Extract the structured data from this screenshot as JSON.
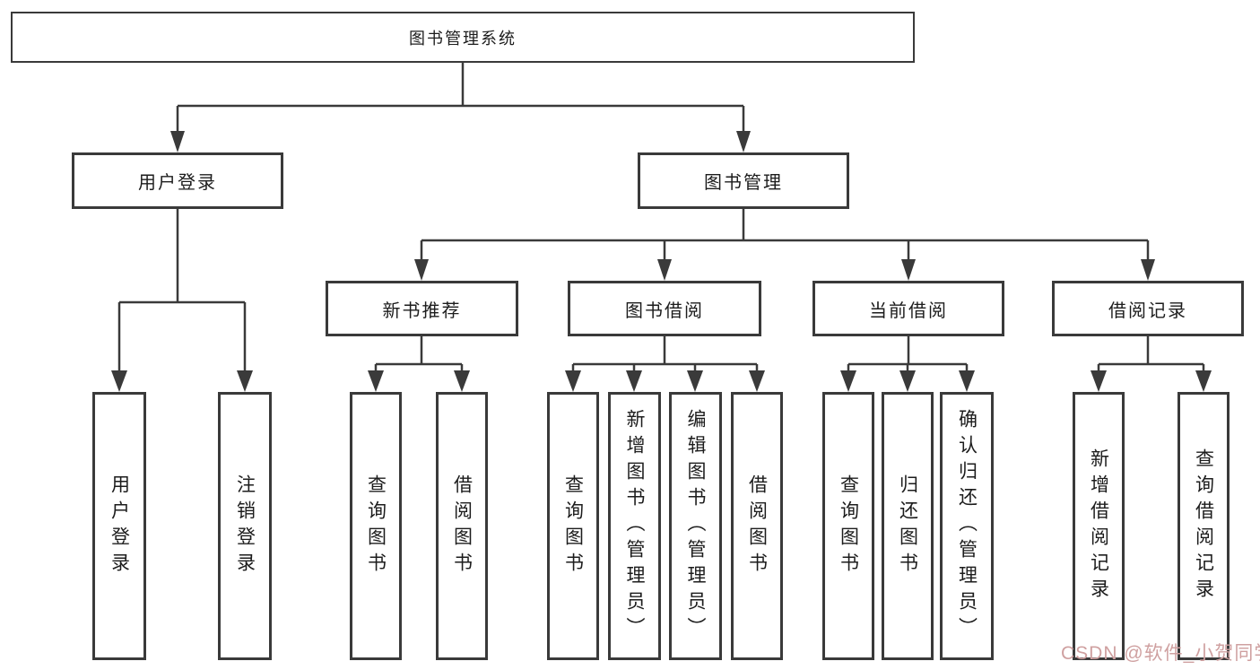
{
  "tree": {
    "root": {
      "label": "图书管理系统"
    },
    "branches": [
      {
        "label": "用户登录",
        "children": [
          {
            "label": "用户登录"
          },
          {
            "label": "注销登录"
          }
        ]
      },
      {
        "label": "图书管理",
        "children": [
          {
            "label": "新书推荐",
            "children": [
              {
                "label": "查询图书"
              },
              {
                "label": "借阅图书"
              }
            ]
          },
          {
            "label": "图书借阅",
            "children": [
              {
                "label": "查询图书"
              },
              {
                "label": "新增图书（管理员）"
              },
              {
                "label": "编辑图书（管理员）"
              },
              {
                "label": "借阅图书"
              }
            ]
          },
          {
            "label": "当前借阅",
            "children": [
              {
                "label": "查询图书"
              },
              {
                "label": "归还图书"
              },
              {
                "label": "确认归还（管理员）"
              }
            ]
          },
          {
            "label": "借阅记录",
            "children": [
              {
                "label": "新增借阅记录"
              },
              {
                "label": "查询借阅记录"
              }
            ]
          }
        ]
      }
    ]
  },
  "watermark": {
    "text": "CSDN @软件_小贺同学",
    "color": "#cfa0a0"
  },
  "line_color": "#3a3a3a"
}
